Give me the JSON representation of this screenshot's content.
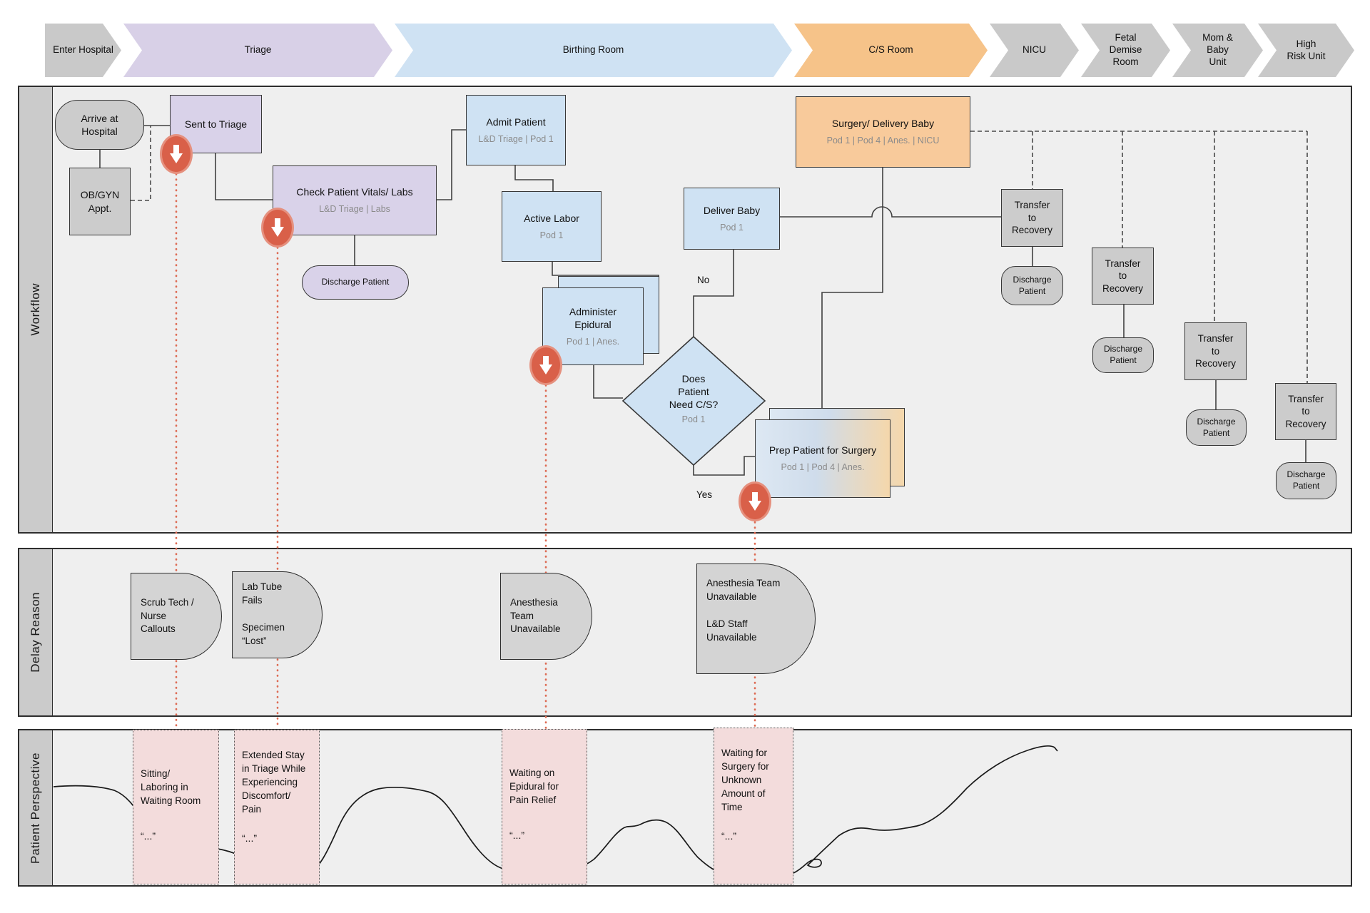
{
  "chevrons": [
    {
      "label": "Enter Hospital"
    },
    {
      "label": "Triage"
    },
    {
      "label": "Birthing Room"
    },
    {
      "label": "C/S Room"
    },
    {
      "label": "NICU"
    },
    {
      "label": "Fetal\nDemise\nRoom"
    },
    {
      "label": "Mom &\nBaby\nUnit"
    },
    {
      "label": "High\nRisk Unit"
    }
  ],
  "lanes": {
    "workflow": "Workflow",
    "delay": "Delay Reason",
    "patient": "Patient Perspective"
  },
  "workflow": {
    "arrive": {
      "title": "Arrive at\nHospital"
    },
    "obgyn": {
      "title": "OB/GYN\nAppt."
    },
    "sent_triage": {
      "title": "Sent to Triage"
    },
    "check_vitals": {
      "title": "Check Patient Vitals/ Labs",
      "subtitle": "L&D Triage | Labs"
    },
    "discharge_triage": {
      "title": "Discharge Patient"
    },
    "admit": {
      "title": "Admit Patient",
      "subtitle": "L&D Triage | Pod 1"
    },
    "active_labor": {
      "title": "Active Labor",
      "subtitle": "Pod 1"
    },
    "epidural": {
      "title": "Administer\nEpidural",
      "subtitle": "Pod 1 | Anes."
    },
    "decision": {
      "title": "Does\nPatient\nNeed C/S?",
      "subtitle": "Pod 1"
    },
    "deliver": {
      "title": "Deliver Baby",
      "subtitle": "Pod 1"
    },
    "surgery": {
      "title": "Surgery/ Delivery Baby",
      "subtitle": "Pod 1 | Pod 4 | Anes. | NICU"
    },
    "prep": {
      "title": "Prep Patient for Surgery",
      "subtitle": "Pod 1 | Pod 4 | Anes."
    },
    "transfer_label": "Transfer\nto\nRecovery",
    "discharge_label": "Discharge\nPatient",
    "branch_no": "No",
    "branch_yes": "Yes"
  },
  "delay_reasons": [
    {
      "text": "Scrub Tech /\nNurse\nCallouts"
    },
    {
      "text": "Lab Tube\nFails\n\nSpecimen\n“Lost”"
    },
    {
      "text": "Anesthesia\nTeam\nUnavailable"
    },
    {
      "text": "Anesthesia Team\nUnavailable\n\nL&D Staff\nUnavailable"
    }
  ],
  "patient_perspective": [
    {
      "text": "Sitting/\nLaboring in\nWaiting Room",
      "quote": "“...”"
    },
    {
      "text": "Extended Stay\nin Triage While\nExperiencing\nDiscomfort/\nPain",
      "quote": "“...”"
    },
    {
      "text": "Waiting on\nEpidural for\nPain Relief",
      "quote": "“...”"
    },
    {
      "text": "Waiting for\nSurgery for\nUnknown\nAmount of\nTime",
      "quote": "“...”"
    }
  ],
  "colors": {
    "triage_purple": "#d9d2e9",
    "birthing_blue": "#cfe2f3",
    "cs_orange": "#f8ca9b",
    "generic_gray": "#cccccc",
    "delay_marker_red": "#d96049",
    "patient_pink": "#f3dcdc",
    "lane_bg": "#efefef"
  }
}
